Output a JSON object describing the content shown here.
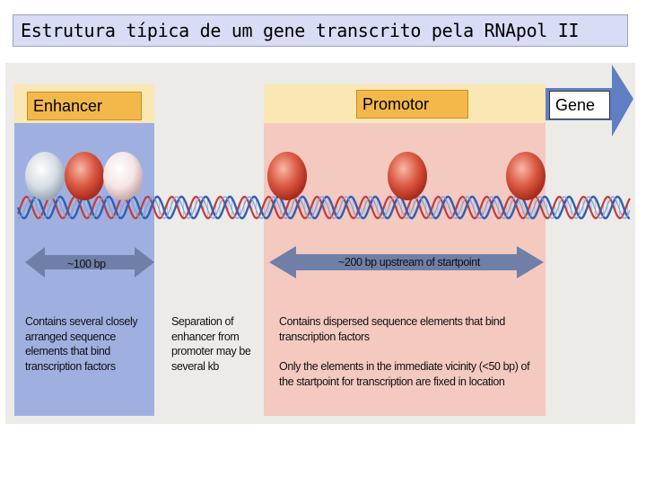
{
  "title": "Estrutura típica de um gene transcrito pela RNApol II",
  "labels": {
    "enhancer": "Enhancer",
    "promoter": "Promotor",
    "gene": "Gene"
  },
  "spans": {
    "enhancer_width": "~100 bp",
    "promoter_width": "~200 bp upstream of startpoint"
  },
  "notes": {
    "enhancer": "Contains several closely arranged sequence elements that bind transcription factors",
    "separation": "Separation of enhancer from promoter may be several kb",
    "promoter_1": "Contains dispersed sequence elements that bind transcription factors",
    "promoter_2": "Only the elements in the immediate vicinity (<50 bp) of the startpoint for transcription are fixed in location"
  },
  "colors": {
    "enhancer_region": "#9fb0e0",
    "promoter_region": "#f4c9c0",
    "label_fill": "#f3b84a",
    "strand_blue": "#2f5fb8",
    "strand_red": "#c43c3c",
    "protein_red": "#d6452f",
    "protein_gray": "#c9d3dc"
  }
}
